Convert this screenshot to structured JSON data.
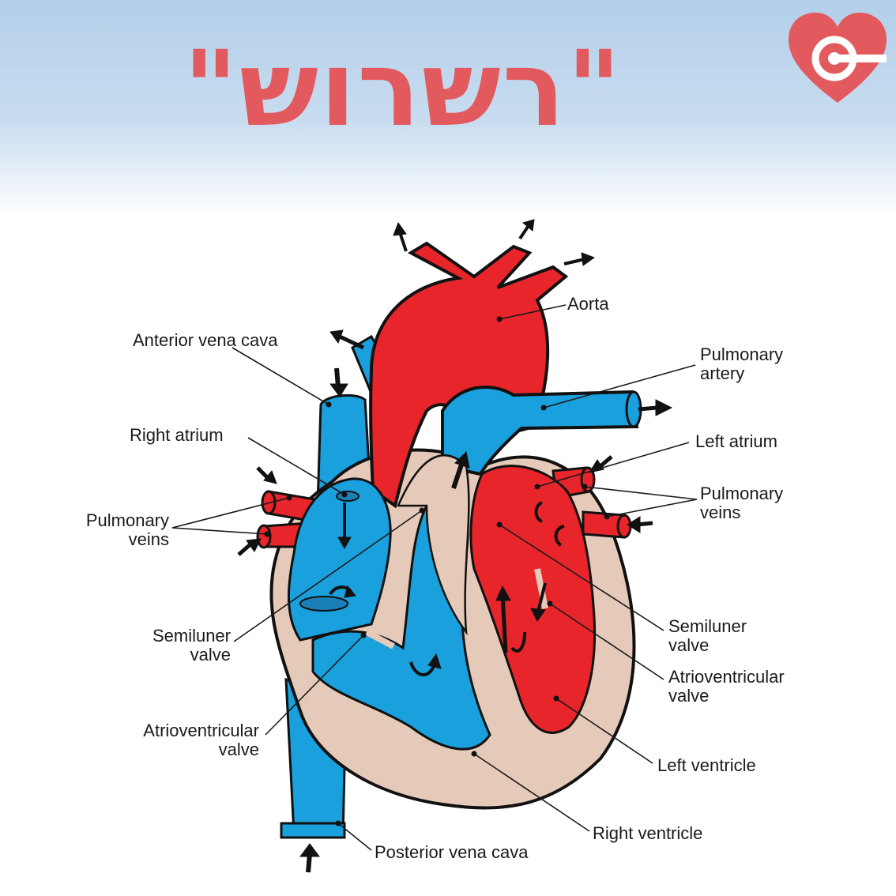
{
  "header": {
    "title": "\"רשרוש\""
  },
  "colors": {
    "oxygenated": "#e8252b",
    "deoxygenated": "#1aa0dd",
    "muscle": "#e5c9b9",
    "accent": "#e25a5e",
    "banner": "#b3cfe9"
  },
  "icons": {
    "logo": "heart-logo-icon"
  },
  "labels": {
    "aorta": "Aorta",
    "anterior_vena_cava": "Anterior vena cava",
    "pulmonary_artery": [
      "Pulmonary",
      "artery"
    ],
    "right_atrium": "Right atrium",
    "left_atrium": "Left atrium",
    "pulmonary_veins_left": [
      "Pulmonary",
      "veins"
    ],
    "pulmonary_veins_right": [
      "Pulmonary",
      "veins"
    ],
    "semilunar_valve_left": [
      "Semiluner",
      "valve"
    ],
    "semilunar_valve_right": [
      "Semiluner",
      "valve"
    ],
    "av_valve_left": [
      "Atrioventricular",
      "valve"
    ],
    "av_valve_right": [
      "Atrioventricular",
      "valve"
    ],
    "left_ventricle": "Left ventricle",
    "right_ventricle": "Right ventricle",
    "posterior_vena_cava": "Posterior vena cava"
  }
}
